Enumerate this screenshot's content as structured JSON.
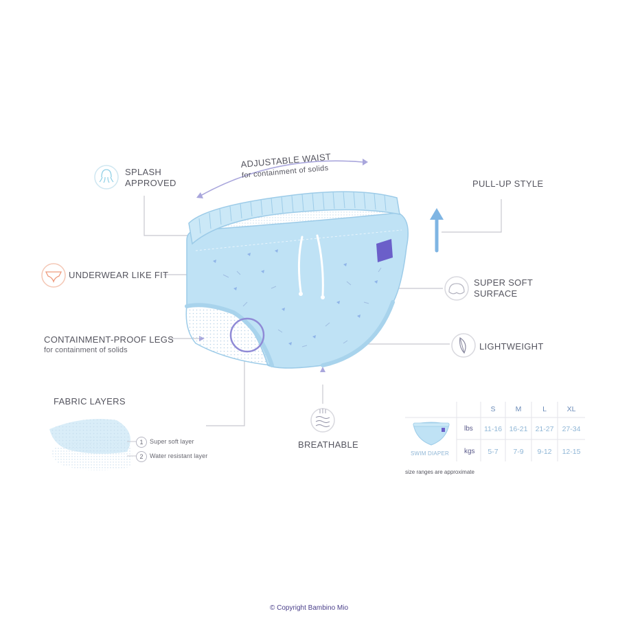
{
  "labels": {
    "splash": [
      "SPLASH",
      "APPROVED"
    ],
    "adjustable_waist": "ADJUSTABLE WAIST",
    "adjustable_waist_sub": "for containment of solids",
    "pull_up": "PULL-UP STYLE",
    "underwear_fit": "UNDERWEAR LIKE FIT",
    "super_soft": [
      "SUPER SOFT",
      "SURFACE"
    ],
    "containment_legs": "CONTAINMENT-PROOF LEGS",
    "containment_legs_sub": "for containment of solids",
    "lightweight": "LIGHTWEIGHT",
    "breathable": "BREATHABLE"
  },
  "fabric": {
    "title": "FABRIC LAYERS",
    "layers": [
      {
        "num": "1",
        "label": "Super soft layer"
      },
      {
        "num": "2",
        "label": "Water resistant layer"
      }
    ]
  },
  "size_table": {
    "sizes": [
      "S",
      "M",
      "L",
      "XL"
    ],
    "rows": [
      {
        "unit": "lbs",
        "values": [
          "11-16",
          "16-21",
          "21-27",
          "27-34"
        ]
      },
      {
        "unit": "kgs",
        "values": [
          "5-7",
          "7-9",
          "9-12",
          "12-15"
        ]
      }
    ],
    "product_label": "SWIM DIAPER",
    "note": "size ranges are approximate"
  },
  "copyright": "© Copyright Bambino Mio",
  "colors": {
    "fabric": "#bfe2f5",
    "fabric_edge": "#9ccbe8",
    "accent_purple": "#8f8ad6",
    "patch": "#6b5fc9",
    "arrow": "#a9a6dc",
    "orange_icon": "#ee9a7c",
    "blue_icon": "#8fd0e6"
  },
  "icons": [
    "octopus-icon",
    "underwear-icon",
    "layers-icon",
    "feather-icon",
    "breathable-icon",
    "swim-diaper-icon"
  ]
}
